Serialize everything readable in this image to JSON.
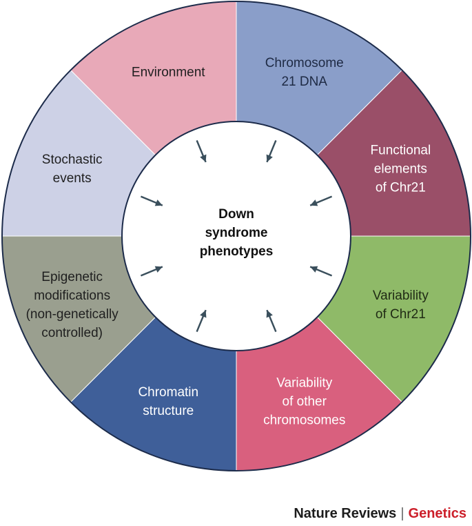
{
  "diagram": {
    "center": [
      "Down",
      "syndrome",
      "phenotypes"
    ],
    "segments": [
      {
        "lines": [
          "Chromosome",
          "21 DNA"
        ],
        "color": "#8a9ec9",
        "text": "#1e2a44"
      },
      {
        "lines": [
          "Functional",
          "elements",
          "of Chr21"
        ],
        "color": "#9a4f68",
        "text": "#ffffff"
      },
      {
        "lines": [
          "Variability",
          "of Chr21"
        ],
        "color": "#8fba68",
        "text": "#1f2a14"
      },
      {
        "lines": [
          "Variability",
          "of other",
          "chromosomes"
        ],
        "color": "#d9607e",
        "text": "#ffffff"
      },
      {
        "lines": [
          "Chromatin",
          "structure"
        ],
        "color": "#3f5f99",
        "text": "#ffffff"
      },
      {
        "lines": [
          "Epigenetic",
          "modifications",
          "(non-genetically",
          "controlled)"
        ],
        "color": "#9a9f8f",
        "text": "#1f1f1f"
      },
      {
        "lines": [
          "Stochastic",
          "events"
        ],
        "color": "#cdd1e6",
        "text": "#1f1f1f"
      },
      {
        "lines": [
          "Environment"
        ],
        "color": "#e8a9b8",
        "text": "#1f1f1f"
      }
    ],
    "outline_color": "#1c2b4a",
    "arrow_color": "#3a4f5c"
  },
  "footer": {
    "journal": "Nature Reviews",
    "separator": "|",
    "section": "Genetics",
    "journal_color": "#1c1c1c",
    "section_color": "#cc1f2a"
  }
}
